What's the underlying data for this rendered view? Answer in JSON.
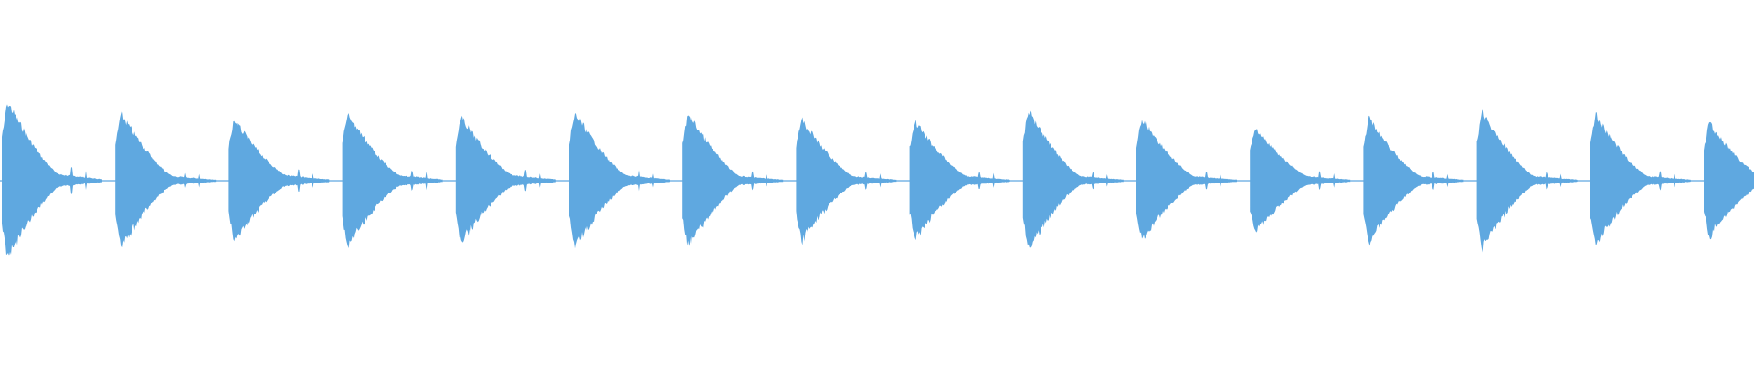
{
  "waveform": {
    "color": "#5fa8e0",
    "beat_count": 16,
    "beats": [
      {
        "peak": 0.94,
        "tail_level": 0.07
      },
      {
        "peak": 0.8,
        "tail_level": 0.05
      },
      {
        "peak": 0.72,
        "tail_level": 0.06
      },
      {
        "peak": 0.8,
        "tail_level": 0.06
      },
      {
        "peak": 0.75,
        "tail_level": 0.06
      },
      {
        "peak": 0.81,
        "tail_level": 0.06
      },
      {
        "peak": 0.8,
        "tail_level": 0.05
      },
      {
        "peak": 0.73,
        "tail_level": 0.05
      },
      {
        "peak": 0.7,
        "tail_level": 0.05
      },
      {
        "peak": 0.84,
        "tail_level": 0.05
      },
      {
        "peak": 0.74,
        "tail_level": 0.05
      },
      {
        "peak": 0.63,
        "tail_level": 0.05
      },
      {
        "peak": 0.74,
        "tail_level": 0.05
      },
      {
        "peak": 0.81,
        "tail_level": 0.05
      },
      {
        "peak": 0.78,
        "tail_level": 0.05
      },
      {
        "peak": 0.68,
        "tail_level": 0.05
      }
    ]
  }
}
